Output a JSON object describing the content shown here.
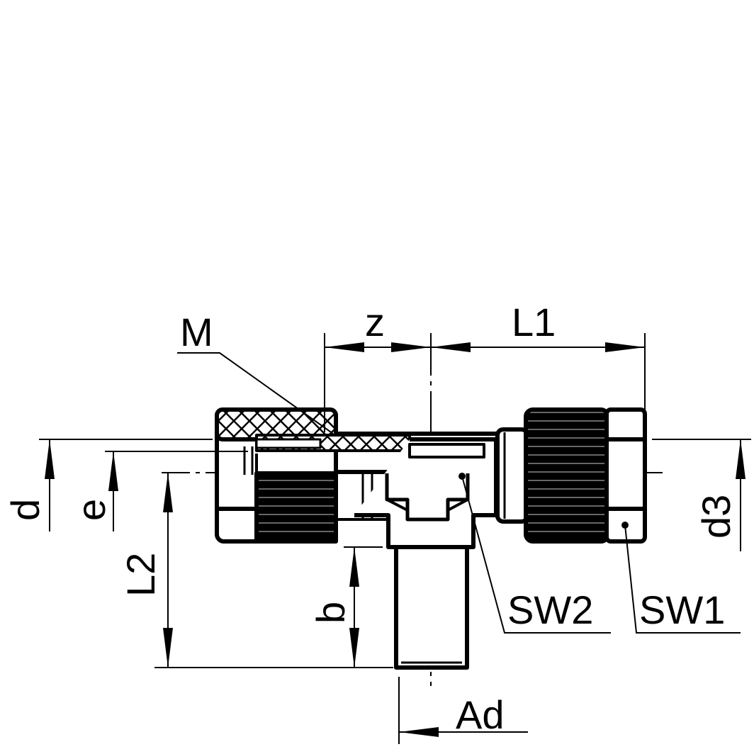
{
  "drawing": {
    "title": "Tee fitting dimension drawing",
    "labels": {
      "M": "M",
      "z": "z",
      "L1": "L1",
      "d": "d",
      "e": "e",
      "d3": "d3",
      "L2": "L2",
      "b": "b",
      "SW2": "SW2",
      "SW1": "SW1",
      "Ad": "Ad"
    },
    "line_color": "#000000",
    "background": "#ffffff"
  }
}
